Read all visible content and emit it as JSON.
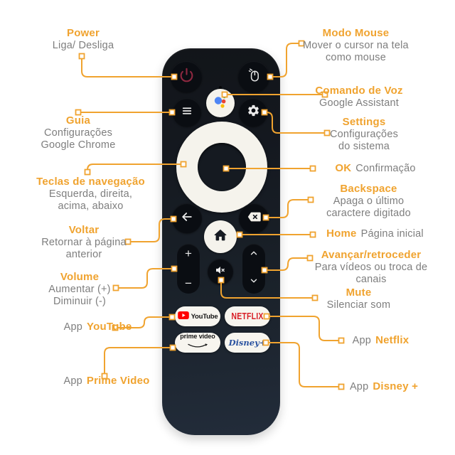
{
  "colors": {
    "accent_orange": "#F0A32F",
    "label_gray": "#7E7E7E",
    "remote_body": "#1B222D",
    "button_dark": "#0A0D12",
    "ring_white": "#F5F3EC",
    "power_red": "#8E2840",
    "netflix_red": "#D81F26",
    "youtube_red": "#FF0000",
    "disney_blue": "#2A52A0",
    "assistant_blue": "#4E86F5",
    "assistant_red": "#EA4335",
    "assistant_yellow": "#FBBC05",
    "assistant_green": "#34A853"
  },
  "icons": {
    "power": "power-icon",
    "mouse": "mouse-icon",
    "assistant": "google-assistant-icon",
    "menu": "menu-icon",
    "settings": "gear-icon",
    "back": "arrow-left-icon",
    "backspace": "backspace-icon",
    "home": "home-icon",
    "mute": "speaker-mute-icon",
    "channel_up": "chevron-up-icon",
    "channel_down": "chevron-down-icon",
    "youtube_play": "youtube-play-icon",
    "prime_smile": "amazon-smile-icon"
  },
  "annotations": {
    "power": {
      "title": "Power",
      "line1": "Liga/ Desliga"
    },
    "modo_mouse": {
      "title": "Modo Mouse",
      "line1": "Mover o cursor na tela",
      "line2": "como mouse"
    },
    "comando_de_voz": {
      "title": "Comando de Voz",
      "line1": "Google Assistant"
    },
    "guia": {
      "title": "Guia",
      "line1": "Configurações",
      "line2": "Google Chrome"
    },
    "settings": {
      "title": "Settings",
      "line1": "Configurações",
      "line2": "do sistema"
    },
    "ok": {
      "title": "OK",
      "inline": "Confirmação"
    },
    "teclas_de_navegacao": {
      "title": "Teclas de navegação",
      "line1": "Esquerda, direita,",
      "line2": "acima, abaixo"
    },
    "backspace": {
      "title": "Backspace",
      "line1": "Apaga o último",
      "line2": "caractere digitado"
    },
    "voltar": {
      "title": "Voltar",
      "line1": "Retornar à página",
      "line2": "anterior"
    },
    "home": {
      "title": "Home",
      "inline": "Página inicial"
    },
    "avancar_retroceder": {
      "title": "Avançar/retroceder",
      "line1": "Para vídeos ou troca de",
      "line2": "canais"
    },
    "volume": {
      "title": "Volume",
      "line1": "Aumentar (+)",
      "line2": "Diminuir (-)"
    },
    "mute": {
      "title": "Mute",
      "line1": "Silenciar som"
    },
    "app_youtube": {
      "prefix": "App",
      "title": "YouTube"
    },
    "app_netflix": {
      "prefix": "App",
      "title": "Netflix"
    },
    "app_prime_video": {
      "prefix": "App",
      "title": "Prime Video"
    },
    "app_disney": {
      "prefix": "App",
      "title": "Disney +"
    }
  },
  "remote": {
    "volume_plus": "+",
    "volume_minus": "−",
    "apps": {
      "youtube": "YouTube",
      "netflix": "NETFLIX",
      "prime_video": "prime video",
      "disney_plus": "Disney+"
    }
  }
}
